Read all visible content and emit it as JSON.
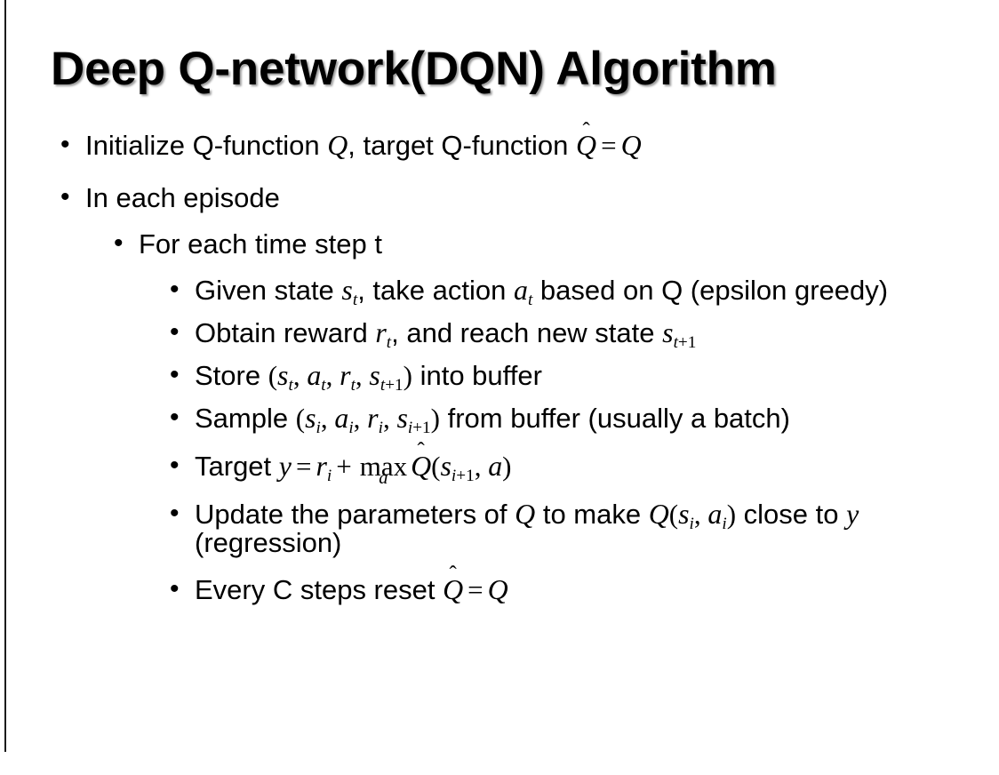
{
  "slide": {
    "title": "Deep Q-network(DQN) Algorithm",
    "background_color": "#ffffff",
    "text_color": "#000000",
    "edge_rule_color": "#1b1b1b",
    "bullet_glyph": "•"
  },
  "content": {
    "b1": {
      "level": 1,
      "pre": "Initialize Q-function ",
      "var_q1": "Q",
      "mid": ", target Q-function ",
      "qhat": "Q",
      "hat": "̂",
      "equals": "=",
      "var_q2": "Q"
    },
    "b2": {
      "level": 1,
      "text": "In each episode"
    },
    "b3": {
      "level": 2,
      "text": "For each time step t"
    },
    "b4": {
      "level": 3,
      "pre": "Given state ",
      "var_s": "s",
      "sub_s": "t",
      "mid": ", take action ",
      "var_a": "a",
      "sub_a": "t",
      "post": " based on Q (epsilon greedy)"
    },
    "b5": {
      "level": 3,
      "pre": "Obtain reward ",
      "var_r": "r",
      "sub_r": "t",
      "mid": ", and reach new state ",
      "var_s": "s",
      "sub_s_base": "t",
      "sub_s_plus": "+1"
    },
    "b6": {
      "level": 3,
      "pre": "Store ",
      "open": "(",
      "v1": "s",
      "s1": "t",
      "sep1": ", ",
      "v2": "a",
      "s2": "t",
      "sep2": ", ",
      "v3": "r",
      "s3": "t",
      "sep3": ", ",
      "v4": "s",
      "s4": "t",
      "s4p": "+1",
      "close": ")",
      "post": " into buffer"
    },
    "b7": {
      "level": 3,
      "pre": "Sample ",
      "open": "(",
      "v1": "s",
      "s1": "i",
      "sep1": ", ",
      "v2": "a",
      "s2": "i",
      "sep2": ", ",
      "v3": "r",
      "s3": "i",
      "sep3": ", ",
      "v4": "s",
      "s4": "i",
      "s4p": "+1",
      "close": ")",
      "post": " from buffer (usually a batch)"
    },
    "b8": {
      "level": 3,
      "pre": "Target ",
      "var_y": "y",
      "eq": "=",
      "var_r": "r",
      "sub_r": "i",
      "plus": "+",
      "max_label": "max",
      "max_under": "a",
      "qhat": "Q",
      "hat": "̂",
      "open": "(",
      "var_s": "s",
      "sub_s_base": "i",
      "sub_s_plus": "+1",
      "comma": ", ",
      "var_a": "a",
      "close": ")"
    },
    "b9": {
      "level": 3,
      "pre": "Update the parameters of ",
      "var_q1": "Q",
      "mid": " to make ",
      "var_q2": "Q",
      "open": "(",
      "v_s": "s",
      "s_s": "i",
      "comma": ", ",
      "v_a": "a",
      "s_a": "i",
      "close": ")",
      "post": " close to ",
      "var_y": "y",
      "tail": " (regression)"
    },
    "b10": {
      "level": 3,
      "pre": "Every C steps reset ",
      "qhat": "Q",
      "hat": "̂",
      "equals": "=",
      "var_q": "Q"
    }
  }
}
